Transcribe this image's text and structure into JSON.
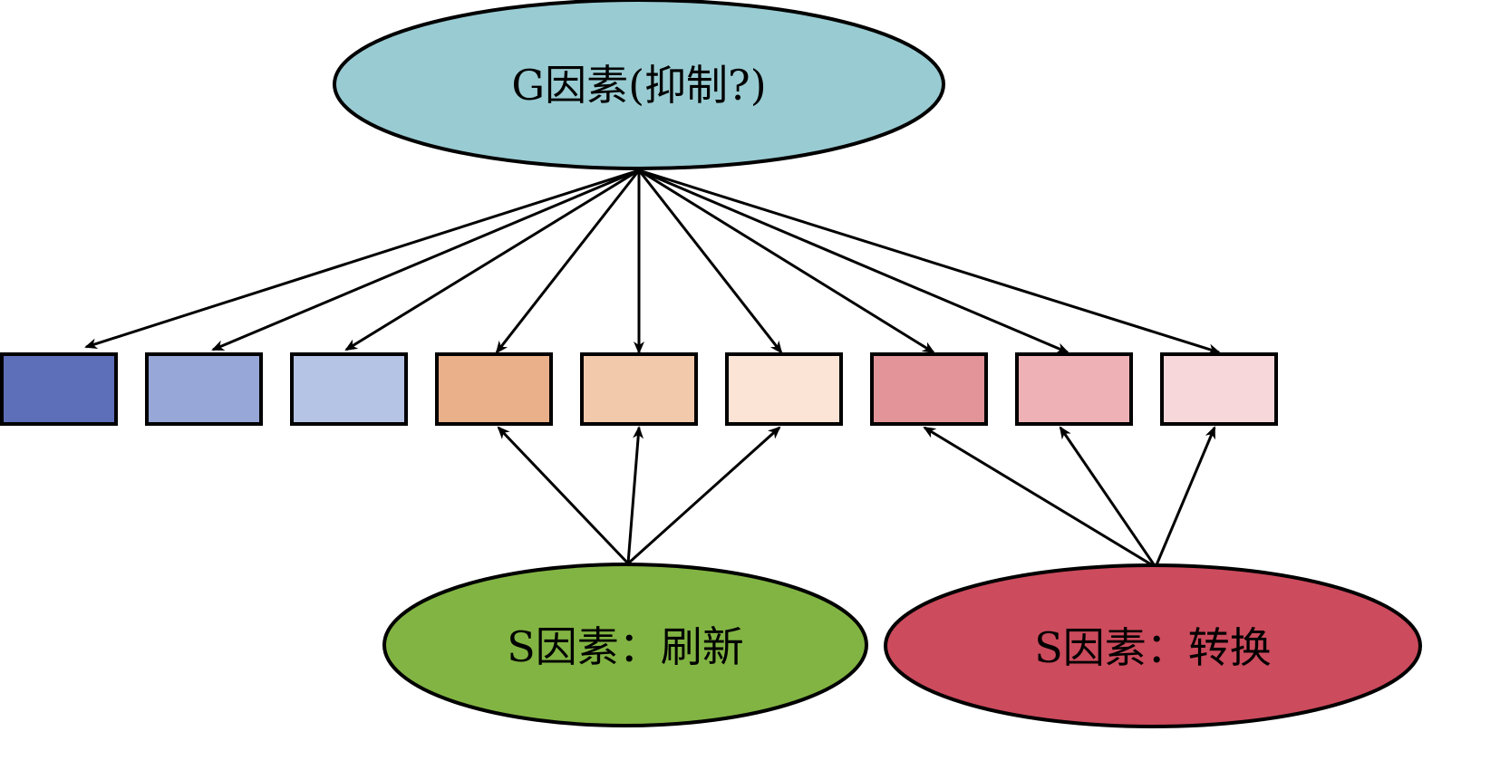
{
  "diagram": {
    "g_factor": {
      "label": "G因素(抑制?)",
      "color": "#99cbd2"
    },
    "s_factors": [
      {
        "id": "refresh",
        "label": "S因素：刷新",
        "color": "#82b443",
        "targets": [
          3,
          4,
          5
        ]
      },
      {
        "id": "switch",
        "label": "S因素：转换",
        "color": "#cc4b5d",
        "targets": [
          6,
          7,
          8
        ]
      }
    ],
    "tasks": [
      {
        "color": "#5e6fb9"
      },
      {
        "color": "#97a7d7"
      },
      {
        "color": "#b5c3e4"
      },
      {
        "color": "#eab08a"
      },
      {
        "color": "#f2c9ab"
      },
      {
        "color": "#fbe3d5"
      },
      {
        "color": "#e29498"
      },
      {
        "color": "#eeb2b6"
      },
      {
        "color": "#f7d7d9"
      }
    ],
    "edge_color": "#000000"
  }
}
